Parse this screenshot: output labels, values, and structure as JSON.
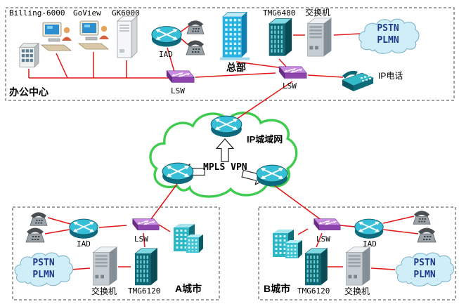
{
  "colors": {
    "link_line": "#e11515",
    "boundary": "#444444",
    "metro_cloud_outline": "#3ecc4e",
    "pstn_cloud_fill": "#cfeef7",
    "router_teal": "#38bfd8",
    "lsw_purple": "#8e44ad",
    "tmg_teal": "#0f6874",
    "hq_building_blue": "#27b2e4"
  },
  "icons": {
    "router": "teal-3d-disc-with-arrows",
    "lan_switch": "purple-3d-slab-with-arrows",
    "media_gateway": "teal-tower-with-grille",
    "voice_switch": "gray-tower",
    "server": "white-tower",
    "workstation": "desktop-computer",
    "pbx": "gray-box-with-grid",
    "phone": "desk-phone",
    "ip_phone": "teal-desk-phone",
    "building": "office-tower",
    "cloud": "cloud-shape",
    "mpls_arrow": "white-block-arrow"
  },
  "office_center": {
    "region_label": "办公中心",
    "billing": "Billing-6000",
    "goview": "GoView",
    "gk6000": "GK6000",
    "tmg": "TMG6480",
    "switch": "交换机",
    "iad": "IAD",
    "headquarters": "总部",
    "lsw1": "LSW",
    "lsw2": "LSW",
    "ip_phone": "IP电话",
    "pstn1": "PSTN",
    "pstn2": "PLMN"
  },
  "metro_cloud": {
    "label": "IP城域网",
    "mpls": "MPLS VPN"
  },
  "city_a": {
    "region_label": "A城市",
    "iad": "IAD",
    "lsw": "LSW",
    "switch": "交换机",
    "tmg": "TMG6120",
    "pstn1": "PSTN",
    "pstn2": "PLMN"
  },
  "city_b": {
    "region_label": "B城市",
    "iad": "IAD",
    "lsw": "LSW",
    "switch": "交换机",
    "tmg": "TMG6120",
    "pstn1": "PSTN",
    "pstn2": "PLMN"
  }
}
